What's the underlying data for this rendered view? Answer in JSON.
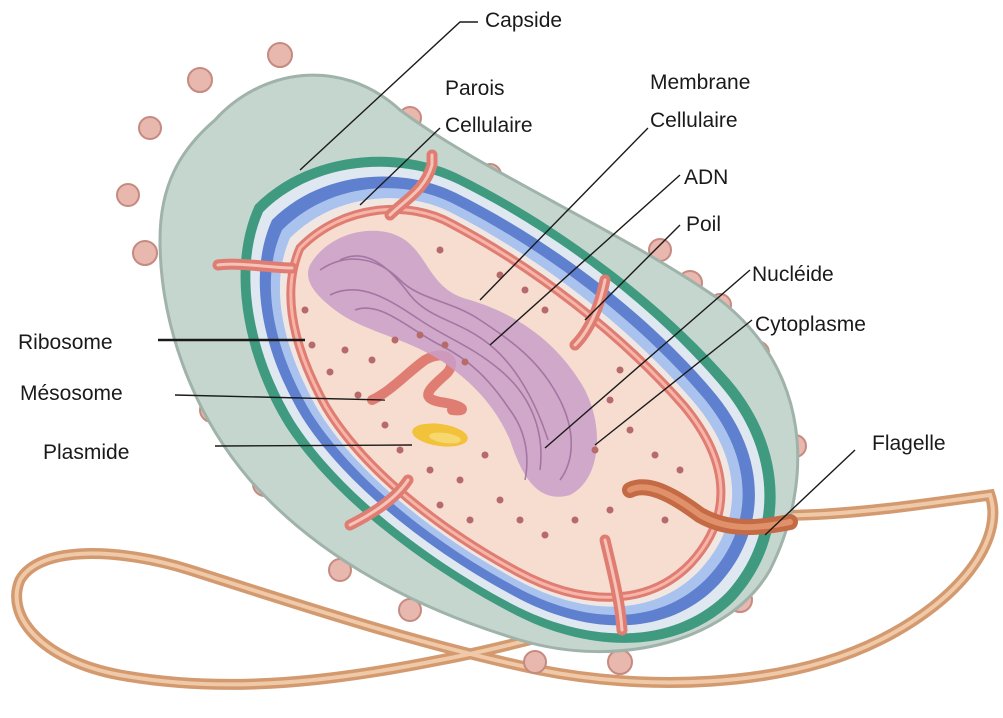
{
  "labels": {
    "capside": "Capside",
    "parois_1": "Parois",
    "parois_2": "Cellulaire",
    "membrane_1": "Membrane",
    "membrane_2": "Cellulaire",
    "adn": "ADN",
    "poil": "Poil",
    "nucleide": "Nucléide",
    "cytoplasme": "Cytoplasme",
    "ribosome": "Ribosome",
    "mesosome": "Mésosome",
    "plasmide": "Plasmide",
    "flagelle": "Flagelle"
  },
  "colors": {
    "capsule": "#c5d6cf",
    "capsule_edge": "#9fb3aa",
    "wall_outer": "#3f9a80",
    "wall_blue": "#5f7fcf",
    "wall_light": "#a9c2ee",
    "membrane": "#e07d72",
    "cytoplasm": "#f6ddd0",
    "nucleoid": "#c99fc8",
    "ribosome": "#b76a6a",
    "plasmid": "#f2c23a",
    "flagellum": "#d49a6f",
    "pili": "#e8b7ad"
  }
}
